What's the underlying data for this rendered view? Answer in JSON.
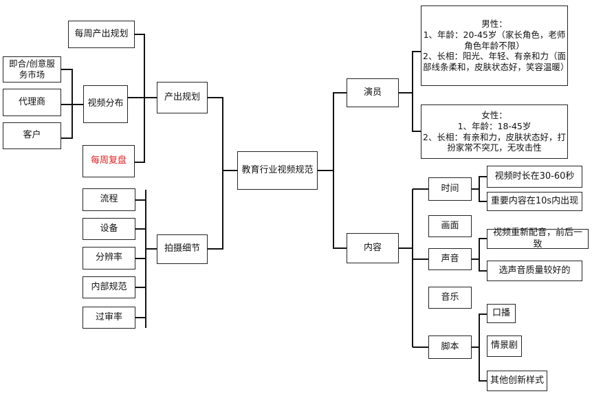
{
  "center": "教育行业视频规范",
  "left": {
    "output_plan": {
      "label": "产出规划",
      "weekly_plan": "每周产出规划",
      "video_distribution": {
        "label": "视频分布",
        "items": [
          "即合/创意服务市场",
          "代理商",
          "客户"
        ]
      },
      "weekly_review": "每周复盘"
    },
    "shooting_details": {
      "label": "拍摄细节",
      "items": [
        "流程",
        "设备",
        "分辨率",
        "内部规范",
        "过审率"
      ]
    }
  },
  "right": {
    "actors": {
      "label": "演员",
      "male": "男性：\n1、年龄：20-45岁（家长角色，老师角色年龄不限）\n2、长相：阳光、年轻、有亲和力（面部线条柔和，皮肤状态好，笑容温暖）",
      "female": "女性：\n1、年龄：18-45岁\n2、长相：有亲和力，皮肤状态好，打扮家常不突兀，无攻击性"
    },
    "content": {
      "label": "内容",
      "time": {
        "label": "时间",
        "items": [
          "视频时长在30-60秒",
          "重要内容在10s内出现"
        ]
      },
      "picture": "画面",
      "sound": {
        "label": "声音",
        "items": [
          "视频重新配音，前后一致",
          "选声音质量较好的"
        ]
      },
      "music": "音乐",
      "script": {
        "label": "脚本",
        "items": [
          "口播",
          "情景剧",
          "其他创新样式"
        ]
      }
    }
  },
  "colors": {
    "line": "#111111",
    "border": "#222222",
    "highlight": "#e02020"
  }
}
